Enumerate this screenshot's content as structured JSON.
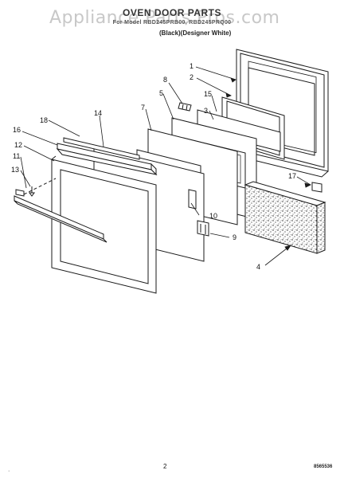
{
  "watermark": "Appliance Parts Pros.com",
  "title": "OVEN DOOR PARTS",
  "models": "For Model RBD245PRB00, RBD245PRQ00",
  "variant": "(Black)(Designer White)",
  "callouts": [
    "1",
    "2",
    "3",
    "4",
    "5",
    "7",
    "8",
    "9",
    "10",
    "11",
    "12",
    "13",
    "14",
    "15",
    "16",
    "17",
    "18"
  ],
  "page_number": "2",
  "doc_code": "8565536",
  "corner_mark": "·"
}
